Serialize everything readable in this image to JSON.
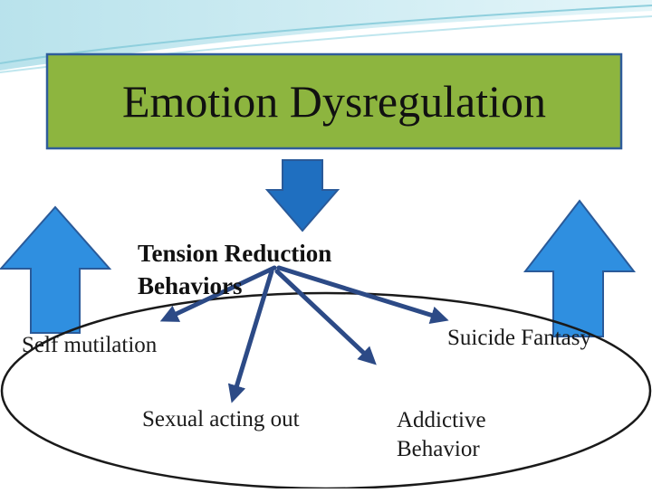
{
  "title": "Emotion Dysregulation",
  "hub": "Tension Reduction\nBehaviors",
  "nodes": {
    "self_mutilation": "Self mutilation",
    "suicide_fantasy": "Suicide Fantasy",
    "sexual_acting_out": "Sexual acting out",
    "addictive_behavior": "Addictive\nBehavior"
  },
  "colors": {
    "title_box_fill": "#8db53f",
    "title_box_border": "#2f5c9a",
    "down_arrow_fill": "#1f6fc0",
    "side_arrow_fill": "#2f8fe0",
    "arrow_border": "#2a5a99",
    "connector": "#2c4a86",
    "ellipse": "#1a1a1a",
    "header_wave": "#a9dde9"
  }
}
